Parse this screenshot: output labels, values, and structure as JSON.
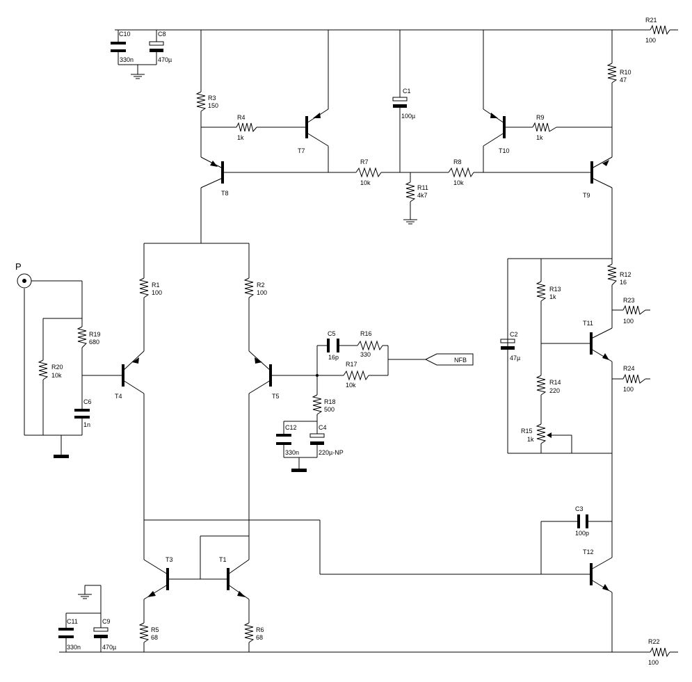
{
  "labels": {
    "C10": {
      "name": "C10",
      "value": "330n"
    },
    "C8": {
      "name": "C8",
      "value": "470µ"
    },
    "C1": {
      "name": "C1",
      "value": "100µ"
    },
    "C2": {
      "name": "C2",
      "value": "47µ"
    },
    "C3": {
      "name": "C3",
      "value": "100p"
    },
    "C4": {
      "name": "C4",
      "value": "220µ-NP"
    },
    "C5": {
      "name": "C5",
      "value": "16p"
    },
    "C6": {
      "name": "C6",
      "value": "1n"
    },
    "C9": {
      "name": "C9",
      "value": "470µ"
    },
    "C11": {
      "name": "C11",
      "value": "330n"
    },
    "C12": {
      "name": "C12",
      "value": "330n"
    },
    "R1": {
      "name": "R1",
      "value": "100"
    },
    "R2": {
      "name": "R2",
      "value": "100"
    },
    "R3": {
      "name": "R3",
      "value": "150"
    },
    "R4": {
      "name": "R4",
      "value": "1k"
    },
    "R5": {
      "name": "R5",
      "value": "68"
    },
    "R6": {
      "name": "R6",
      "value": "68"
    },
    "R7": {
      "name": "R7",
      "value": "10k"
    },
    "R8": {
      "name": "R8",
      "value": "10k"
    },
    "R9": {
      "name": "R9",
      "value": "1k"
    },
    "R10": {
      "name": "R10",
      "value": "47"
    },
    "R11": {
      "name": "R11",
      "value": "4k7"
    },
    "R12": {
      "name": "R12",
      "value": "16"
    },
    "R13": {
      "name": "R13",
      "value": "1k"
    },
    "R14": {
      "name": "R14",
      "value": "220"
    },
    "R15": {
      "name": "R15",
      "value": "1k"
    },
    "R16": {
      "name": "R16",
      "value": "330"
    },
    "R17": {
      "name": "R17",
      "value": "10k"
    },
    "R18": {
      "name": "R18",
      "value": "500"
    },
    "R19": {
      "name": "R19",
      "value": "680"
    },
    "R20": {
      "name": "R20",
      "value": "10k"
    },
    "R21": {
      "name": "R21",
      "value": "100"
    },
    "R22": {
      "name": "R22",
      "value": "100"
    },
    "R23": {
      "name": "R23",
      "value": "100"
    },
    "R24": {
      "name": "R24",
      "value": "100"
    },
    "T1": "T1",
    "T3": "T3",
    "T4": "T4",
    "T5": "T5",
    "T7": "T7",
    "T8": "T8",
    "T9": "T9",
    "T10": "T10",
    "T11": "T11",
    "T12": "T12",
    "input": "P",
    "nfb": "NFB"
  }
}
